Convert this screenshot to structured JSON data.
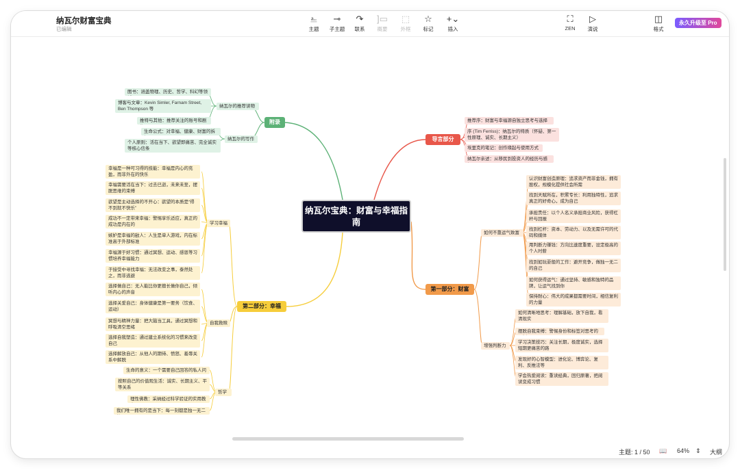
{
  "header": {
    "title": "纳瓦尔财富宝典",
    "subtitle": "已编辑"
  },
  "toolbar": {
    "buttons": [
      {
        "label": "主题",
        "icon": "topic-icon"
      },
      {
        "label": "子主题",
        "icon": "subtopic-icon"
      },
      {
        "label": "联系",
        "icon": "relationship-icon"
      },
      {
        "label": "概要",
        "icon": "summary-icon"
      },
      {
        "label": "外框",
        "icon": "boundary-icon"
      },
      {
        "label": "标记",
        "icon": "star-icon"
      },
      {
        "label": "插入",
        "icon": "plus-icon"
      },
      {
        "label": "ZEN",
        "icon": "zen-icon"
      },
      {
        "label": "演说",
        "icon": "play-icon"
      },
      {
        "label": "格式",
        "icon": "format-panel-icon"
      }
    ],
    "pro_label": "永久升级至 Pro"
  },
  "mindmap": {
    "central": "纳瓦尔宝典：财富与幸福指南",
    "appendix": {
      "label": "附录",
      "sub1": "纳瓦尔的推荐读物",
      "sub1_items": [
        "图书：涵盖物理、历史、哲学、科幻等领域",
        "博客与文章：Kevin Simler, Farnam Street, Ben Thompson 等",
        "推特与其他：推荐关注的账号和剧集"
      ],
      "sub2": "纳瓦尔的写作",
      "sub2_items": [
        "生命公式：对幸福、健康、财富的拆解",
        "个人原则：活在当下、欲望即痛苦、完全诚实等核心信条"
      ]
    },
    "intro": {
      "label": "导言部分",
      "items": [
        "推荐序：财富与幸福源自独立思考与选择",
        "序 (Tim Ferriss)：纳瓦尔的特质（怀疑、第一性原理、诚实、长期主义）",
        "埃里克的笔记：创作缘起与使用方式",
        "纳瓦尔亲述：从移民到投资人的经历与感悟"
      ]
    },
    "wealth": {
      "label": "第一部分：财富",
      "sub1": "如何不靠运气致富",
      "sub1_items": [
        "认识财富创造原理：追求资产而非金钱，拥有股权，规模化提供社会所需",
        "找到天赋所在，积累专长：利用独特性，追求真正的好奇心，成为自己",
        "承担责任：以个人名义承担商业风险，获得杠杆与回报",
        "找到杠杆：资本、劳动力、以及无需许可的代码和媒体",
        "用判断力赚钱：方向比速度重要，设定极高的个人时薪",
        "找到如玩耍般的工作：避开竞争，做独一无二的自己",
        "如何获得运气：通过坚持、敏感和独特的品牌，让运气找到你",
        "保持耐心：伟大的成果都需要时间，相信复利的力量"
      ],
      "sub2": "增强判断力",
      "sub2_items": [
        "如何清晰地思考：理解基础，放下自我，看清现实",
        "摆脱自我束缚：警惕身份和标签对思考的限制",
        "学习决策技巧：关注长期，极度诚实，选择短期更痛苦的路",
        "发现好的心智模型：进化论、博弈论、复利、反推法等",
        "学会热爱阅读：重读经典，回归原著，把阅读变成习惯"
      ]
    },
    "happiness": {
      "label": "第二部分：幸福",
      "sub1": "学习幸福",
      "sub1_items": [
        "幸福是一种可习得的技能：幸福是内心的充盈，而非外在的快乐",
        "幸福需要活在当下：过去已逝，未来未至，摆脱思维的束缚",
        "欲望是主动选择的不开心：欲望的本质是“得不到就不快乐”",
        "成功不一定带来幸福：警惕享乐适应，真正的成功是内在的",
        "嫉妒是幸福的敌人：人生是单人游戏，内在标准高于外部标准",
        "幸福源于好习惯：通过冥想、运动、感恩等习惯培养幸福能力",
        "于接受中寻找幸福：无法改变之事，泰然处之，而非逃避"
      ],
      "sub2": "自我救赎",
      "sub2_items": [
        "选择做自己：无人能比你更擅长做你自己，倾听内心的声音",
        "选择关爱自己：身体健康是第一要务（饮食、运动）",
        "冥想与精神力量：把大脑当工具，通过冥想和呼吸清空思绪",
        "选择自我塑造：通过建立系统化的习惯来改变自己",
        "选择解放自己：从他人的期待、愤怒、羞辱关系中解脱"
      ],
      "sub3": "哲学",
      "sub3_items": [
        "生命的意义：一个需要自己回答的私人问题",
        "按照自己的价值观生活：诚实、长期主义、平等关系",
        "理性佛教：采纳经过科学验证的实用教义",
        "我们唯一拥有的是当下：每一刻都是独一无二的"
      ]
    }
  },
  "status": {
    "topics_label": "主题: 1 / 50",
    "zoom": "64%",
    "outline_label": "大纲"
  },
  "colors": {
    "green": "#5cb176",
    "red": "#e8574a",
    "orange": "#f19a4a",
    "yellow": "#f6cd3b",
    "center": "#0f0f2a",
    "pro_start": "#7a5cff",
    "pro_end": "#e0489b"
  }
}
